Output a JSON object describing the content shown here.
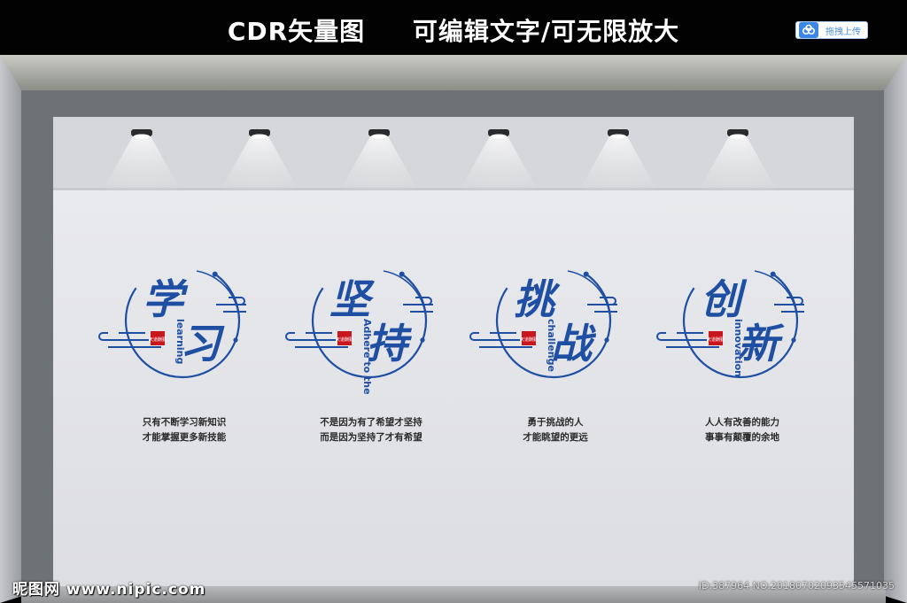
{
  "header": {
    "title": "CDR矢量图     可编辑文字/可无限放大",
    "upload_label": "拖拽上传"
  },
  "panels": [
    {
      "title": "学习",
      "english": "learning",
      "stamp": "天道酬勤",
      "lines": [
        "只有不断学习新知识",
        "才能掌握更多新技能"
      ]
    },
    {
      "title": "坚持",
      "english": "Adhere to the",
      "stamp": "天道酬勤",
      "lines": [
        "不是因为有了希望才坚持",
        "而是因为坚持了才有希望"
      ]
    },
    {
      "title": "挑战",
      "english": "challenge",
      "stamp": "天道酬勤",
      "lines": [
        "勇于挑战的人",
        "才能眺望的更远"
      ]
    },
    {
      "title": "创新",
      "english": "innovation",
      "stamp": "天道酬勤",
      "lines": [
        "人人有改善的能力",
        "事事有颠覆的余地"
      ]
    }
  ],
  "footer": {
    "logo": "昵图网 www.nipic.com",
    "id": "ID:387964 NO:20180702093545571035"
  },
  "colors": {
    "accent": "#1e4fa3",
    "stamp": "#c8161d",
    "wall": "#e4e5e8",
    "ceiling": "#a6a9a4"
  },
  "icons": {
    "upload": "cloud-icon",
    "light": "spotlight-icon"
  }
}
